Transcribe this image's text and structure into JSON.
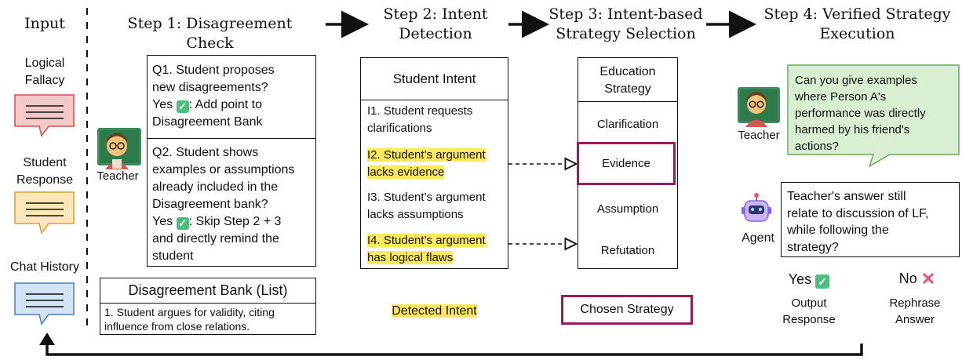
{
  "input": {
    "title": "Input",
    "items": [
      {
        "label1": "Logical",
        "label2": "Fallacy",
        "color": "#f6c9c9",
        "stroke": "#d05050"
      },
      {
        "label1": "Student",
        "label2": "Response",
        "color": "#fde6b8",
        "stroke": "#d8a030"
      },
      {
        "label1": "Chat History",
        "label2": "",
        "color": "#d3e4f7",
        "stroke": "#4a7fc0"
      }
    ]
  },
  "steps": {
    "s1": "Step 1: Disagreement Check",
    "s2a": "Step 2: Intent",
    "s2b": "Detection",
    "s3a": "Step 3: Intent-based",
    "s3b": "Strategy Selection",
    "s4a": "Step 4: Verified Strategy",
    "s4b": "Execution"
  },
  "teacher_label": "Teacher",
  "agent_label": "Agent",
  "q1": {
    "l1": "Q1. Student proposes",
    "l2": "new disagreements?",
    "yes": "Yes",
    "action": ": Add point to",
    "l4": "Disagreement Bank"
  },
  "q2": {
    "l1": "Q2. Student shows",
    "l2": "examples or assumptions",
    "l3": "already included in the",
    "l4": "Disagreement bank?",
    "yes": "Yes",
    "action": ": Skip Step 2 + 3",
    "l6": "and directly remind the",
    "l7": "student"
  },
  "bank": {
    "title": "Disagreement Bank (List)",
    "item1": "1. Student argues for validity, citing",
    "item2": "influence from close relations."
  },
  "intent": {
    "header": "Student Intent",
    "i1a": "I1. Student requests",
    "i1b": "clarifications",
    "i2a": "I2. Student’s argument",
    "i2b": "lacks evidence",
    "i3a": "I3. Student’s argument",
    "i3b": "lacks assumptions",
    "i4a": "I4. Student’s argument",
    "i4b": "has logical flaws",
    "detected": "Detected Intent"
  },
  "strategy": {
    "header1": "Education",
    "header2": "Strategy",
    "items": [
      "Clarification",
      "Evidence",
      "Assumption",
      "Refutation"
    ],
    "chosen": "Chosen Strategy",
    "accent": "#9b1b5a"
  },
  "teacher_bubble": {
    "l1": "Can you give examples",
    "l2": "where Person A's",
    "l3": "performance was directly",
    "l4": "harmed by his friend's",
    "l5": "actions?",
    "color": "#d9efd1",
    "stroke": "#6aab5a"
  },
  "agent_box": {
    "l1": "Teacher's answer still",
    "l2": "relate to discussion of LF,",
    "l3": "while following the",
    "l4": "strategy?"
  },
  "outcomes": {
    "yes": "Yes",
    "yes_l1": "Output",
    "yes_l2": "Response",
    "no": "No",
    "no_l1": "Rephrase",
    "no_l2": "Answer"
  },
  "icons": [
    "teacher-icon",
    "robot-icon",
    "checkmark-icon",
    "cross-icon",
    "speech-bubble-icon"
  ]
}
